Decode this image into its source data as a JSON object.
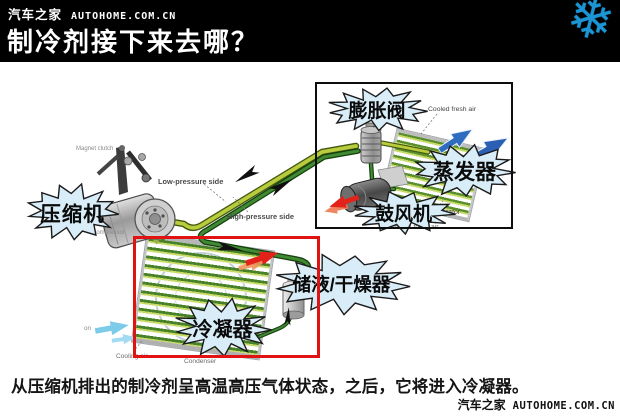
{
  "header": {
    "brand": "汽车之家",
    "brand_domain": "AUTOHOME.COM.CN",
    "title": "制冷剂接下来去哪？",
    "snowflake_icon": "❄"
  },
  "diagram": {
    "component_labels": {
      "compressor": "压缩机",
      "expansion_valve": "膨胀阀",
      "evaporator": "蒸发器",
      "blower": "鼓风机",
      "receiver_drier": "储液/干燥器",
      "condenser": "冷凝器"
    },
    "annotations": {
      "cooled_fresh_air": "Cooled fresh air",
      "low_pressure_side": "Low-pressure side",
      "high_pressure_side": "High-pressure side",
      "evaporator_en": "Evaporator",
      "warm_fresh_air": "Warm fresh air",
      "cooling_air": "Cooling air",
      "condenser_en": "Condenser",
      "magnet_clutch": "Magnet clutch",
      "compressor_en": "Compressor",
      "fragment_on": "on"
    },
    "colors": {
      "burst_fill": "#d8edf8",
      "burst_stroke": "#1b1b1b",
      "pipe_light": "#b8cc3e",
      "pipe_dark": "#3f8a33",
      "highlight_box_red": "#e01212",
      "frame_box_black": "#0d0d0d",
      "cold_air_blue": "#2f6cc0",
      "cooling_air_lightblue": "#7ccbe9",
      "warm_air_red": "#e3231a",
      "snowflake_blue": "#1b95d3"
    }
  },
  "caption": "从压缩机排出的制冷剂呈高温高压气体状态，之后，它将进入冷凝器。",
  "footer": {
    "brand": "汽车之家",
    "brand_domain": "AUTOHOME.COM.CN"
  }
}
